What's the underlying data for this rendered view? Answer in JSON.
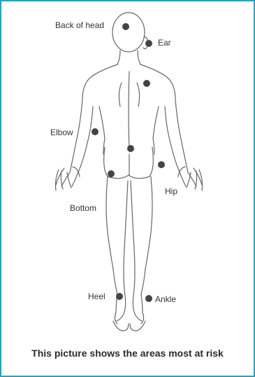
{
  "title": "",
  "caption": "This picture shows the areas most at risk",
  "colors": {
    "border": "#2aa3b7",
    "dot": "#444444",
    "outline": "#555555"
  },
  "areas": {
    "back_of_head": "Back of head",
    "ear": "Ear",
    "elbow": "Elbow",
    "bottom": "Bottom",
    "hip": "Hip",
    "heel": "Heel",
    "ankle": "Ankle"
  }
}
